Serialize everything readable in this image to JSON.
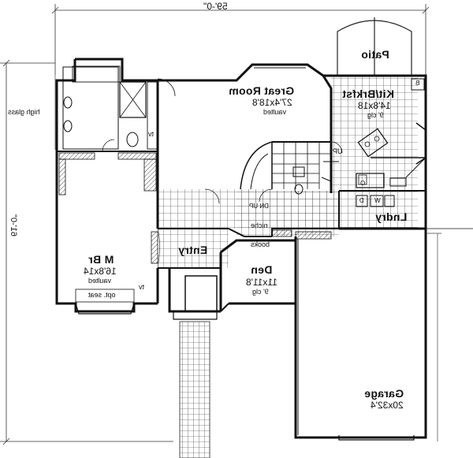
{
  "plan": {
    "overall_width": "59'-0\"",
    "overall_depth": "61'-0\"",
    "rooms": {
      "patio": {
        "name": "Patio"
      },
      "great_room": {
        "name": "Great Room",
        "dims": "27'4x18'8",
        "note": "vaulted"
      },
      "kitchen": {
        "name": "Kit/Brkfst",
        "dims": "14'8x18",
        "note": "9' clg"
      },
      "master": {
        "name": "M Br",
        "dims": "16'8x14",
        "note": "vaulted"
      },
      "entry": {
        "name": "Entry"
      },
      "den": {
        "name": "Den",
        "dims": "11x11'8",
        "note": "9' clg"
      },
      "laundry": {
        "name": "Lndry"
      },
      "garage": {
        "name": "Garage",
        "dims": "20x32'4"
      }
    },
    "annotations": {
      "high_glass": "high glass",
      "opt_seat": "opt. seat",
      "tv_master": "tv",
      "tv_bath": "tv",
      "books": "books",
      "niche": "niche",
      "up_stair": "UP",
      "dn_up": "DN UP",
      "b_mark": "B",
      "o_mark": "O",
      "w_mark": "W",
      "d_mark": "D"
    }
  }
}
